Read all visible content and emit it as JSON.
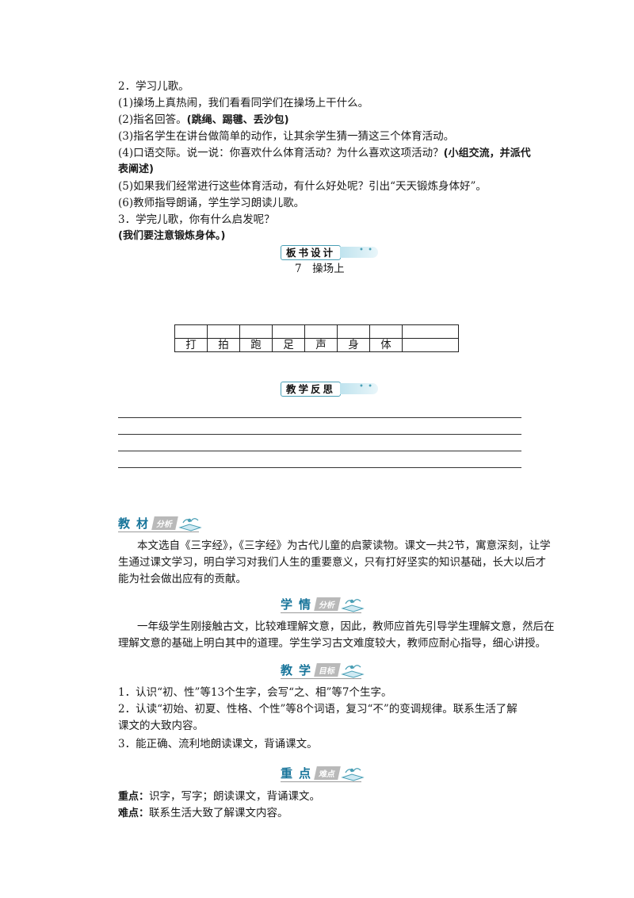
{
  "top_lines": [
    "2．学习儿歌。",
    "(1)操场上真热闹，我们看看同学们在操场上干什么。",
    "(2)指名回答。",
    "(3)指名学生在讲台做简单的动作，让其余学生猜一猜这三个体育活动。",
    "(4)口语交际。说一说：你喜欢什么体育活动？为什么喜欢这项活动？",
    "表阐述)",
    "(5)如果我们经常进行这些体育活动，有什么好处呢？引出“天天锻炼身体好”。",
    "(6)教师指导朗诵，学生学习朗读儿歌。",
    "3．学完儿歌，你有什么启发呢？",
    "(我们要注意锻炼身体。)"
  ],
  "bold_inline": {
    "answer2": "(跳绳、踢毽、丢沙包)",
    "answer4": "(小组交流，并派代"
  },
  "board_design": {
    "label": "板书设计",
    "lesson_title": "7　操场上",
    "characters": [
      "打",
      "拍",
      "跑",
      "足",
      "声",
      "身",
      "体"
    ]
  },
  "reflection": {
    "label": "教学反思"
  },
  "textbook_analysis": {
    "title": "教材",
    "tag": "分析",
    "paragraph": [
      "本文选自《三字经》，《三字经》为古代儿童的启蒙读物。课文一共2节，寓意深刻，让学",
      "生通过课文学习，明白学习对我们人生的重要意义，只有打好坚实的知识基础，长大以后才",
      "能为社会做出应有的贡献。"
    ]
  },
  "student_analysis": {
    "title": "学情",
    "tag": "分析",
    "paragraph": [
      "一年级学生刚接触古文，比较难理解文意，因此，教师应首先引导学生理解文意，然后在",
      "理解文意的基础上明白其中的道理。学生学习古文难度较大，教师应耐心指导，细心讲授。"
    ]
  },
  "teaching_goals": {
    "title": "教学",
    "tag": "目标",
    "lines": [
      "1．认识“初、性”等13个生字，会写“之、相”等7个生字。",
      "2．认读“初始、初夏、性格、个性”等8个词语，复习“不”的变调规律。联系生活了解",
      "课文的大致内容。",
      "3．能正确、流利地朗读课文，背诵课文。"
    ]
  },
  "key_points": {
    "title": "重点",
    "tag": "难点",
    "key_label": "重点：",
    "key_text": "识字，写字；朗读课文，背诵课文。",
    "difficult_label": "难点：",
    "difficult_text": "联系生活大致了解课文内容。"
  }
}
